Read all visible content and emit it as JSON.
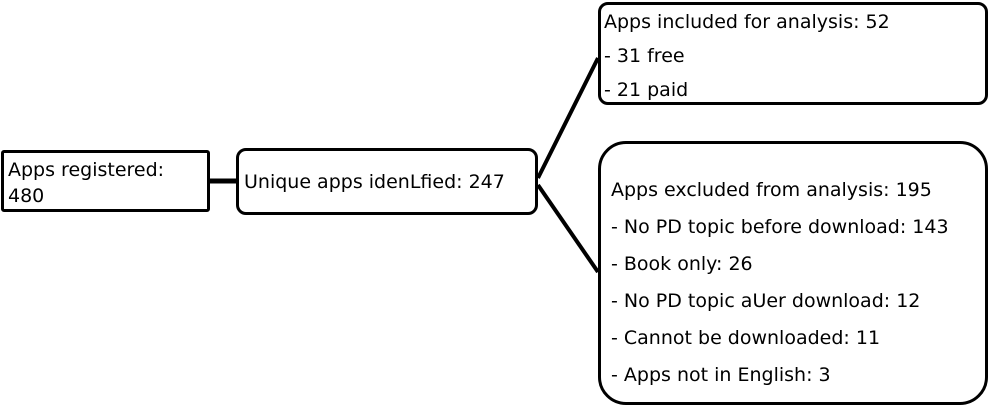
{
  "boxes": {
    "registered": {
      "lines": [
        "Apps registered:",
        "480"
      ]
    },
    "unique": {
      "text": "Unique apps idenLfied: 247"
    },
    "included": {
      "title": "Apps included for analysis: 52",
      "items": [
        "- 31 free",
        "- 21 paid"
      ]
    },
    "excluded": {
      "title": "Apps excluded from analysis: 195",
      "items": [
        "- No PD topic before download: 143",
        "- Book only: 26",
        "- No PD topic aUer download: 12",
        "- Cannot be downloaded: 11",
        "- Apps not in English: 3"
      ]
    }
  },
  "colors": {
    "stroke": "#000000",
    "background": "#ffffff"
  }
}
